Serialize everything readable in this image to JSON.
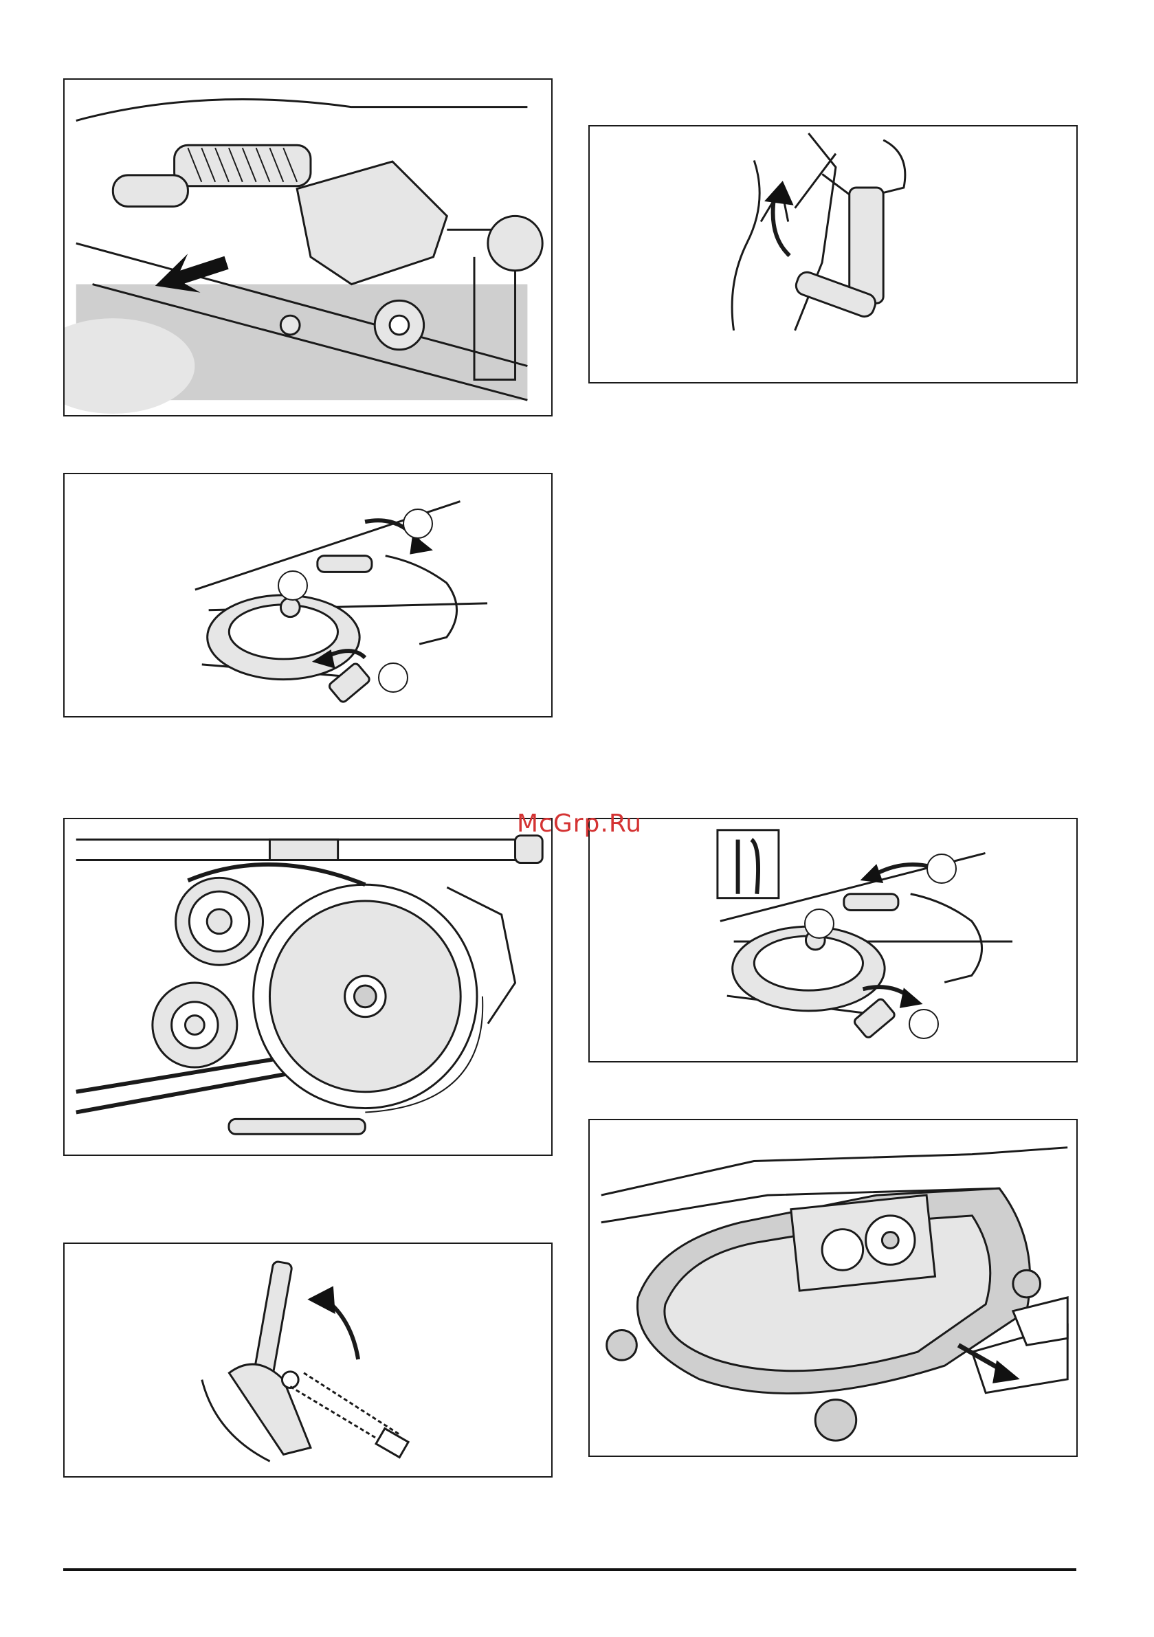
{
  "watermark": {
    "text": "McGrp.Ru",
    "color": "#d43333"
  },
  "figures": [
    {
      "id": "fig-1",
      "icon": "lift-lever-release-illustration",
      "arrow": "left"
    },
    {
      "id": "fig-2",
      "icon": "lever-raise-illustration",
      "arrow": "up-curved"
    },
    {
      "id": "fig-3",
      "icon": "belt-idler-pulley-illustration",
      "callouts": 3
    },
    {
      "id": "fig-4",
      "icon": "drive-belt-pulleys-illustration"
    },
    {
      "id": "fig-5",
      "icon": "belt-idler-pulley-inset-illustration",
      "callouts": 3
    },
    {
      "id": "fig-6",
      "icon": "height-adjust-lever-illustration",
      "arrow": "up-curved"
    },
    {
      "id": "fig-7",
      "icon": "cutting-deck-removal-illustration",
      "arrow": "down-right"
    }
  ]
}
